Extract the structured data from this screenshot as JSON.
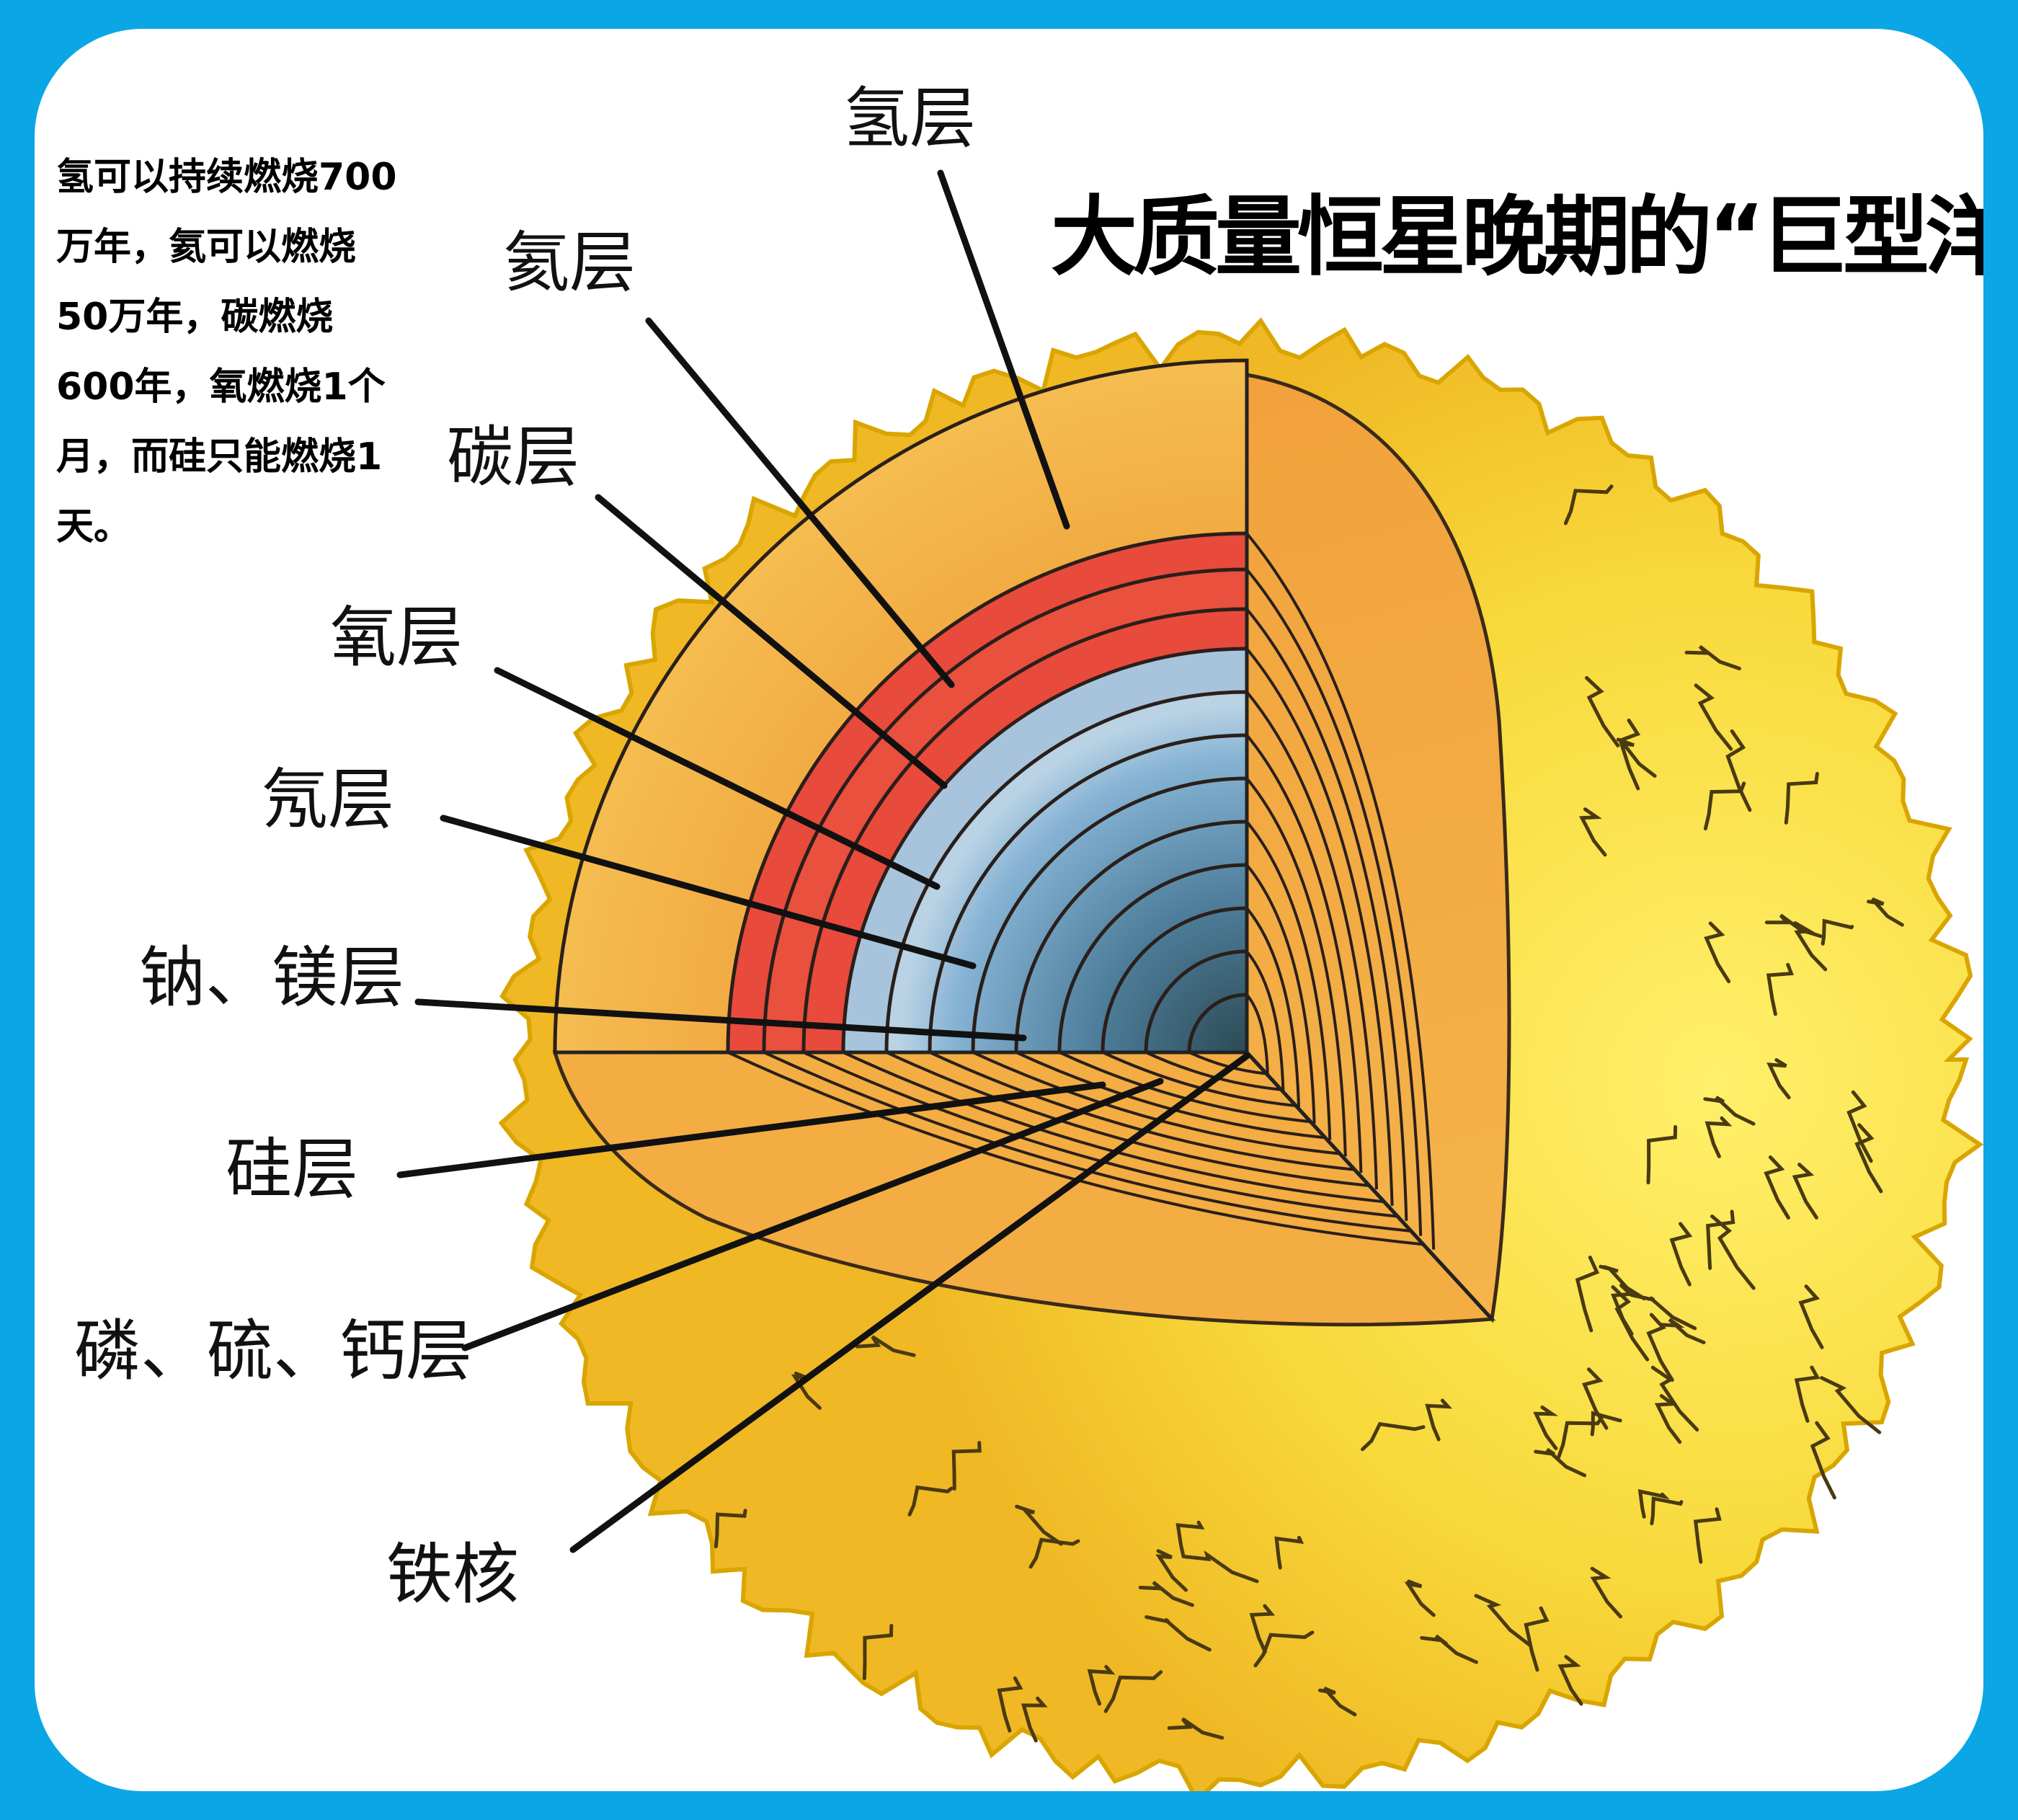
{
  "title": "大质量恒星晚期的“巨型洋葱头状态",
  "description_lines": [
    "氢可以持续燃烧700",
    "万年，氦可以燃烧",
    "50万年，碳燃烧",
    "600年，氧燃烧1个",
    "月，而硅只能燃烧1",
    "天。"
  ],
  "labels": {
    "hydrogen": "氢层",
    "helium": "氦层",
    "carbon": "碳层",
    "oxygen": "氧层",
    "neon": "氖层",
    "sodium_magnesium": "钠、镁层",
    "silicon": "硅层",
    "phosphorus_sulfur_calcium": "磷、硫、钙层",
    "iron": "铁核"
  },
  "colors": {
    "border": "#0aa6e6",
    "surface": "#f8d93b",
    "surface_edge": "#e8b800",
    "hydrogen_layer": "#f2a33c",
    "red_layers": "#e8453a",
    "core_blue": "#6f9fc4",
    "core_dark": "#2f5566"
  }
}
